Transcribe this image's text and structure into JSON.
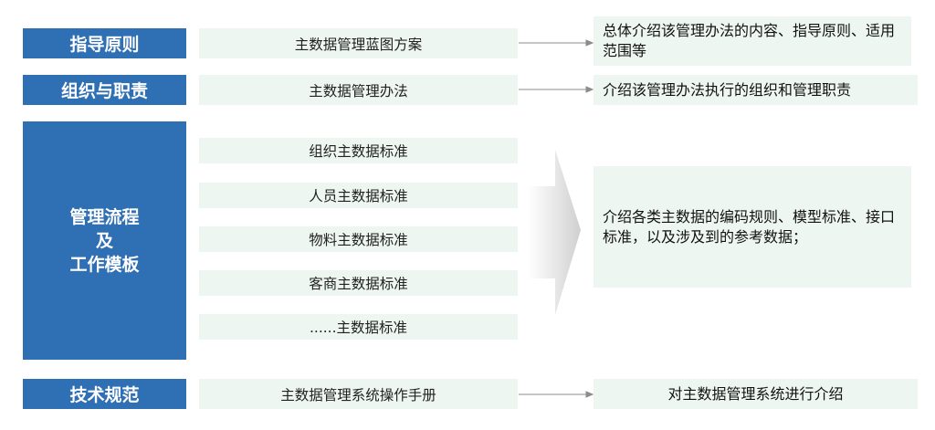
{
  "rows": [
    {
      "category": "指导原则",
      "items": [
        "主数据管理蓝图方案"
      ],
      "description": "总体介绍该管理办法的内容、指导原则、适用范围等"
    },
    {
      "category": "组织与职责",
      "items": [
        "主数据管理办法"
      ],
      "description": "介绍该管理办法执行的组织和管理职责"
    },
    {
      "category_lines": [
        "管理流程",
        "及",
        "工作模板"
      ],
      "items": [
        "组织主数据标准",
        "人员主数据标准",
        "物料主数据标准",
        "客商主数据标准",
        "......主数据标准"
      ],
      "description": "介绍各类主数据的编码规则、模型标准、接口标准，以及涉及到的参考数据；"
    },
    {
      "category": "技术规范",
      "items": [
        "主数据管理系统操作手册"
      ],
      "description": "对主数据管理系统进行介绍"
    }
  ],
  "colors": {
    "category_bg": "#2f6fb3",
    "item_bg": "#eef6f2",
    "arrow": "#8c8c8c"
  }
}
